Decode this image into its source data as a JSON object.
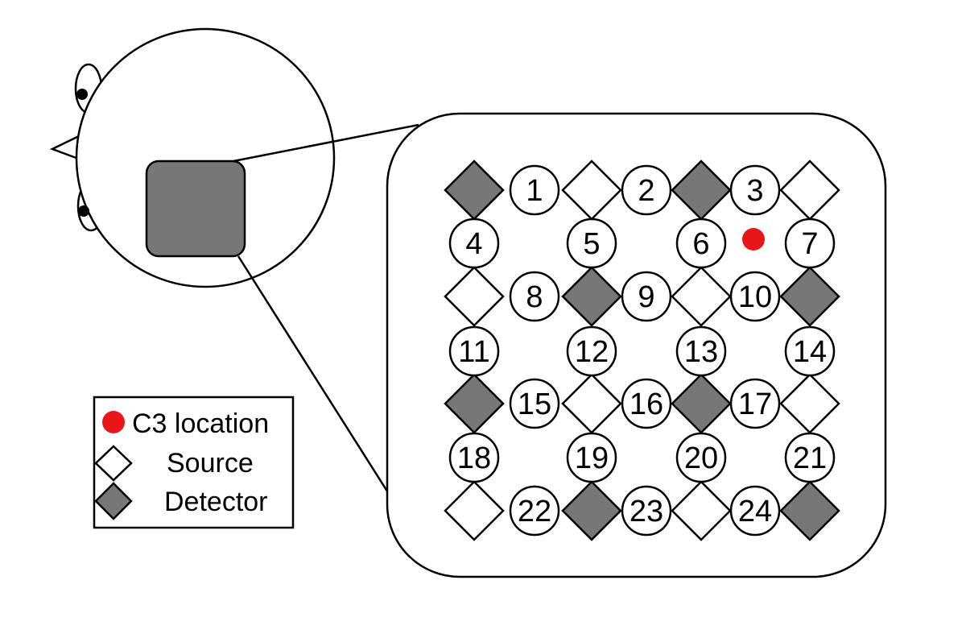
{
  "colors": {
    "detector_fill": "#777777",
    "source_fill": "#ffffff",
    "c3_marker": "#e8161b",
    "stroke": "#000000",
    "probe_patch": "#777777"
  },
  "head": {
    "icon": "head-top-view",
    "ears": [
      "left-ear",
      "right-ear"
    ],
    "nose": "nose"
  },
  "legend": {
    "c3_label": "C3 location",
    "source_label": "Source",
    "detector_label": "Detector"
  },
  "optodes": [
    [
      "detector",
      "source",
      "detector",
      "source"
    ],
    [
      "source",
      "detector",
      "source",
      "detector"
    ],
    [
      "detector",
      "source",
      "detector",
      "source"
    ],
    [
      "source",
      "detector",
      "source",
      "detector"
    ]
  ],
  "channels": {
    "horizontal_rows": [
      [
        "1",
        "2",
        "3"
      ],
      [
        "8",
        "9",
        "10"
      ],
      [
        "15",
        "16",
        "17"
      ],
      [
        "22",
        "23",
        "24"
      ]
    ],
    "vertical_rows": [
      [
        "4",
        "5",
        "6",
        "7"
      ],
      [
        "11",
        "12",
        "13",
        "14"
      ],
      [
        "18",
        "19",
        "20",
        "21"
      ]
    ]
  },
  "c3_marker": {
    "label": "C3 location",
    "between_channels": [
      "6",
      "7"
    ]
  }
}
